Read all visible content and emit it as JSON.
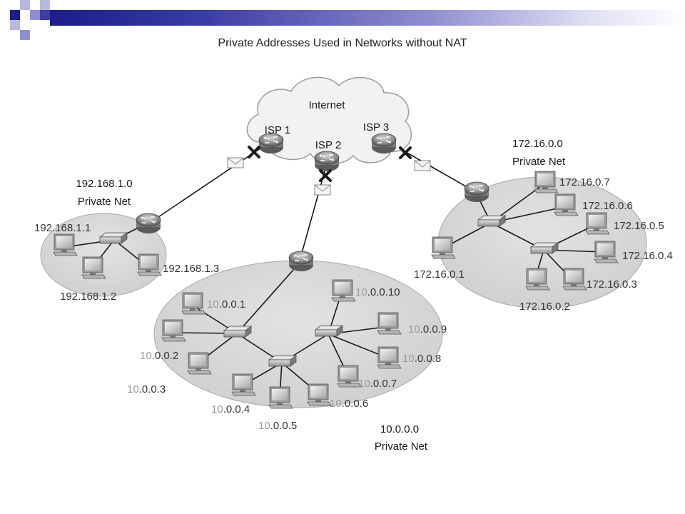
{
  "slide": {
    "title": "Private Addresses Used in Networks without NAT",
    "accent_colors": {
      "navy": "#1c1c8a",
      "blue": "#3d3da6",
      "light": "#b8b8e0"
    }
  },
  "internet": {
    "label": "Internet"
  },
  "isps": [
    {
      "label": "ISP 1"
    },
    {
      "label": "ISP 2"
    },
    {
      "label": "ISP 3"
    }
  ],
  "networks": {
    "net192": {
      "address": "192.168.1.0",
      "caption": "Private Net",
      "hosts": [
        "192.168.1.1",
        "192.168.1.2",
        "192.168.1.3"
      ]
    },
    "net172": {
      "address": "172.16.0.0",
      "caption": "Private Net",
      "hosts": [
        "172.16.0.1",
        "172.16.0.2",
        "172.16.0.3",
        "172.16.0.4",
        "172.16.0.5",
        "172.16.0.6",
        "172.16.0.7"
      ]
    },
    "net10": {
      "address": "10.0.0.0",
      "caption": "Private Net",
      "prefix": "10",
      "hosts": [
        ".0.0.1",
        ".0.0.2",
        ".0.0.3",
        ".0.0.4",
        ".0.0.5",
        ".0.0.6",
        ".0.0.7",
        ".0.0.8",
        ".0.0.9",
        ".0.0.10"
      ]
    }
  },
  "icons": {
    "router": "router-icon",
    "switch": "switch-icon",
    "pc": "pc-icon",
    "packet": "envelope-icon",
    "blocked": "x-mark-icon"
  }
}
